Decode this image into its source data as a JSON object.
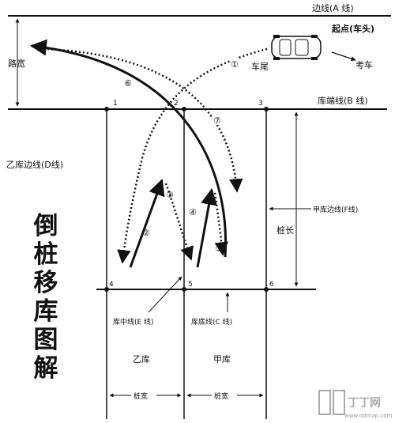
{
  "labels": {
    "side_line_a": "边线(A 线)",
    "start_point": "起点(车头)",
    "car_tail": "车尾",
    "examiner_car": "考车",
    "road_width": "路宽",
    "garage_end_line": "库端线(B 线)",
    "garage_b_side_line": "乙库边线(D线)",
    "garage_a_side_line": "甲库边线(F线)",
    "pile_length": "桩长",
    "garage_center_line": "库中线(E 线)",
    "garage_bottom_line": "库底线(C 线)",
    "garage_b": "乙库",
    "garage_a": "甲库",
    "pile_width_left": "桩宽",
    "pile_width_right": "桩宽"
  },
  "points": [
    "1",
    "2",
    "3",
    "4",
    "5",
    "6"
  ],
  "steps": [
    "①",
    "②",
    "③",
    "④",
    "⑤",
    "⑥",
    "⑦"
  ],
  "title_chars": [
    "倒",
    "桩",
    "移",
    "库",
    "图",
    "解"
  ],
  "watermark": {
    "url": "www.ddmap.com",
    "brand": "丁丁网"
  }
}
